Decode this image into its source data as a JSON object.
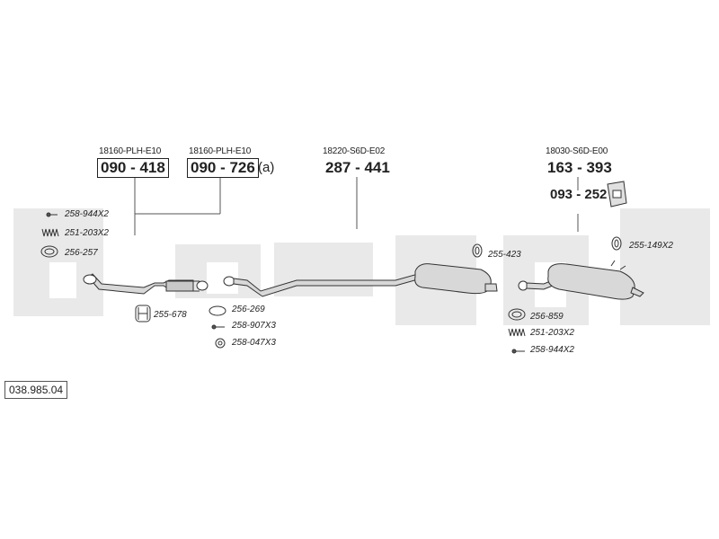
{
  "catalog_number": "038.985.04",
  "main_parts": [
    {
      "id": "front-pipe",
      "oem": "18160-PLH-E10",
      "part_number": "090 - 418",
      "boxed": true
    },
    {
      "id": "catalyst",
      "oem": "18160-PLH-E10",
      "part_number": "090 - 726",
      "suffix": "(a)",
      "boxed": true
    },
    {
      "id": "center-silencer",
      "oem": "18220-S6D-E02",
      "part_number": "287 - 441",
      "boxed": false
    },
    {
      "id": "rear-silencer",
      "oem": "18030-S6D-E00",
      "part_number": "163 - 393",
      "boxed": false
    }
  ],
  "heat_shield": {
    "part_number": "093 - 252"
  },
  "accessories": {
    "front_left": [
      "258-944X2",
      "251-203X2",
      "256-257"
    ],
    "clamp_front": "255-678",
    "mid": [
      "256-269",
      "258-907X3",
      "258-047X3"
    ],
    "hanger_center": "255-423",
    "hanger_rear": "255-149X2",
    "rear_right": [
      "256-859",
      "251-203X2",
      "258-944X2"
    ]
  },
  "colors": {
    "watermark": "#e8e8e8",
    "line": "#444444",
    "part_fill": "#d4d4d4"
  }
}
